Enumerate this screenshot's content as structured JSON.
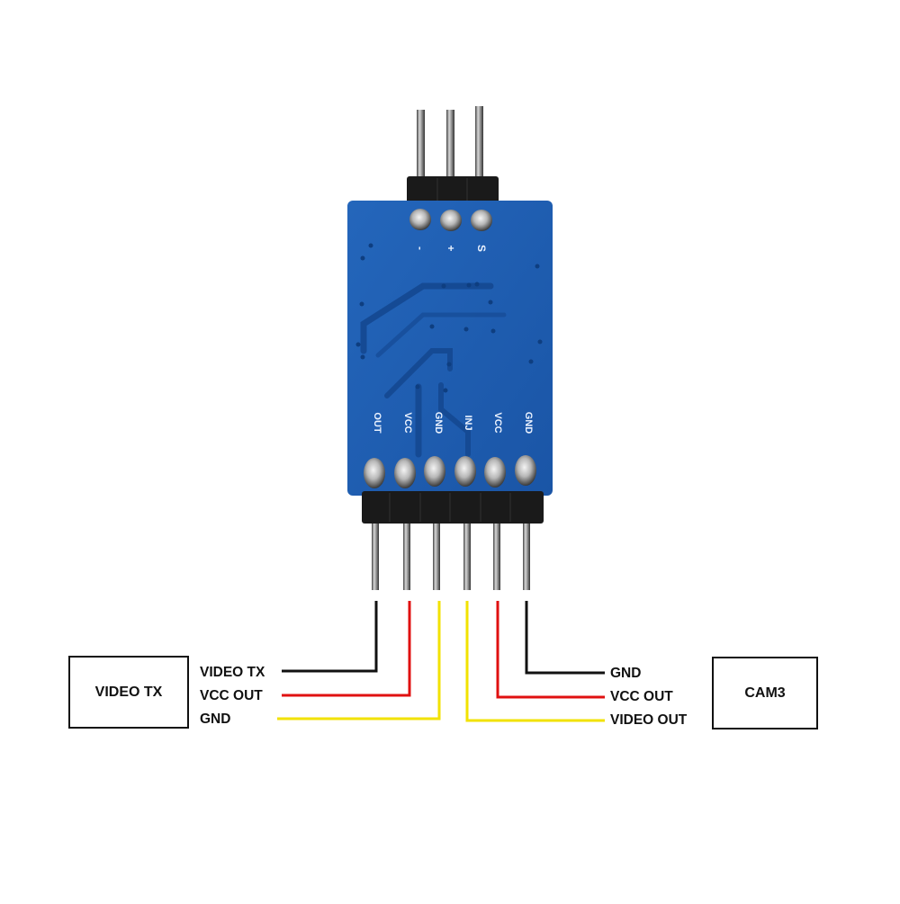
{
  "module": {
    "top_pad_labels": [
      "-",
      "+",
      "S"
    ],
    "pin_labels": [
      "OUT",
      "VCC",
      "GND",
      "INJ",
      "VCC",
      "GND"
    ]
  },
  "left_device": {
    "name": "VIDEO TX",
    "signals": [
      "VIDEO TX",
      "VCC OUT",
      "GND"
    ]
  },
  "right_device": {
    "name": "CAM3",
    "signals": [
      "GND",
      "VCC OUT",
      "VIDEO OUT"
    ]
  },
  "colors": {
    "board": "#1f5cb0",
    "board_dark": "#154a94",
    "wire_black": "#111111",
    "wire_red": "#e01010",
    "wire_yellow": "#f2e200",
    "header": "#1a1a1a"
  }
}
